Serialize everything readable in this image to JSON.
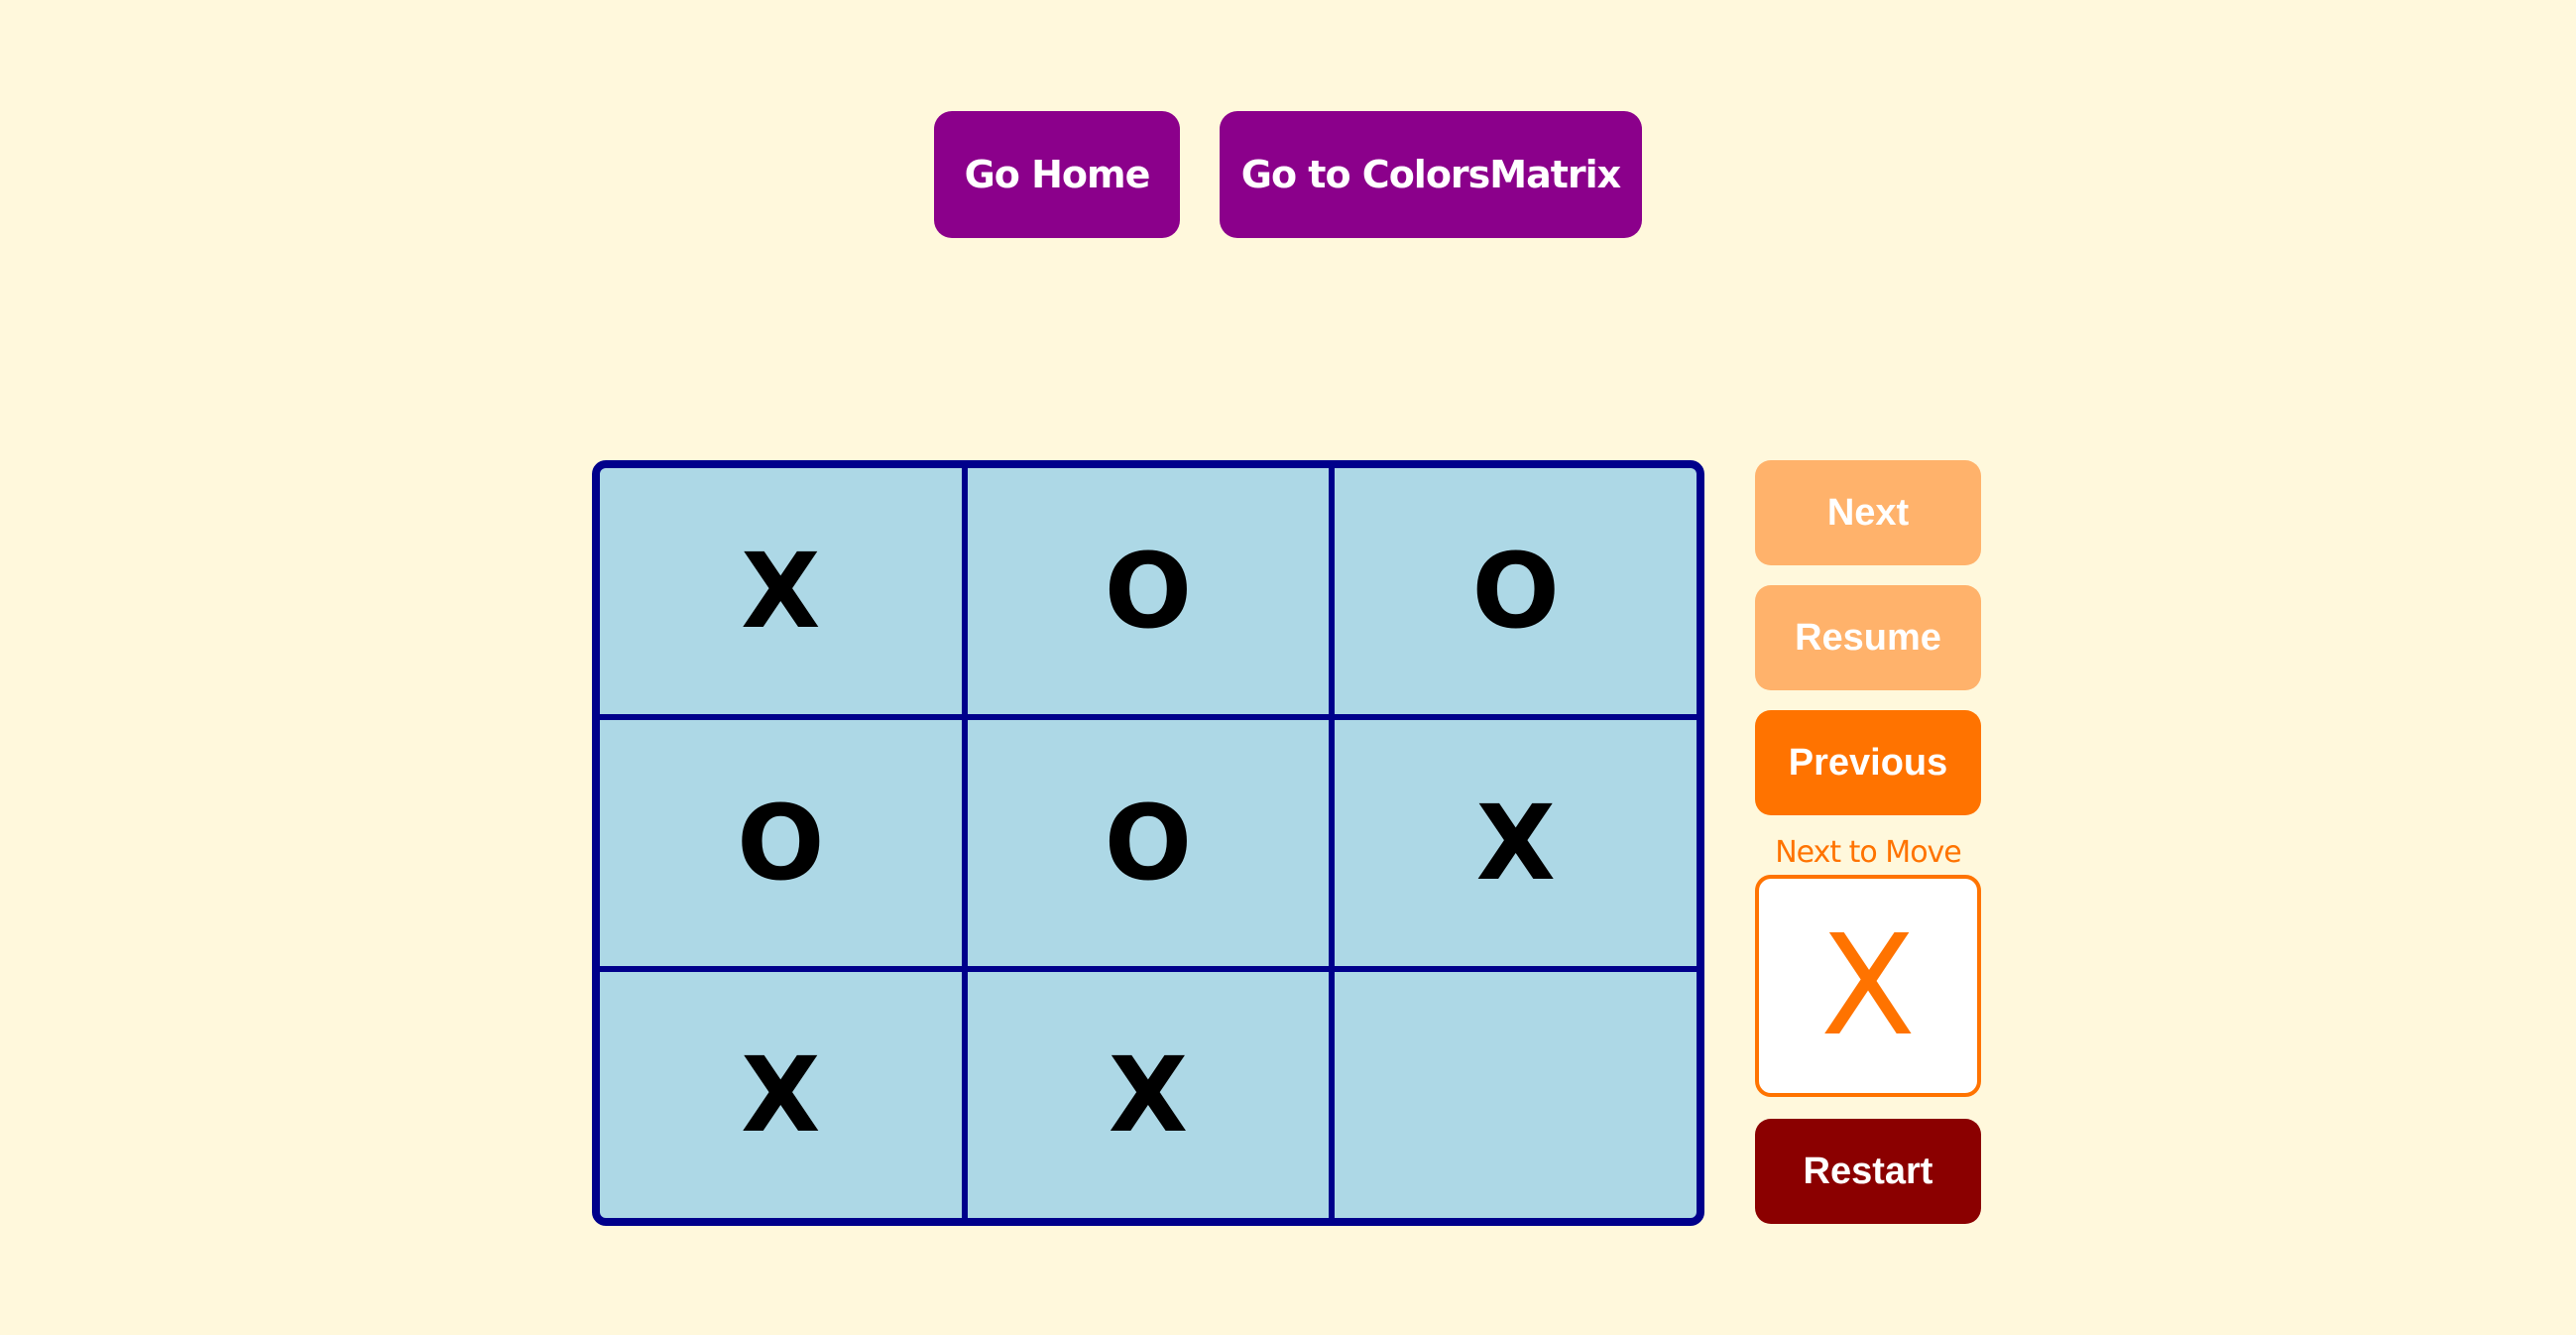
{
  "nav": {
    "home_label": "Go Home",
    "colors_label": "Go to ColorsMatrix"
  },
  "board": {
    "cells": [
      "X",
      "O",
      "O",
      "O",
      "O",
      "X",
      "X",
      "X",
      ""
    ]
  },
  "controls": {
    "next_label": "Next",
    "resume_label": "Resume",
    "previous_label": "Previous",
    "restart_label": "Restart"
  },
  "turn": {
    "label": "Next to Move",
    "player": "X"
  },
  "colors": {
    "background": "#fff8dc",
    "nav_button": "#8b008b",
    "board_border": "#00008b",
    "cell_fill": "#add8e6",
    "accent": "#ff7300",
    "accent_light": "#ffb26b",
    "restart": "#8b0000"
  }
}
